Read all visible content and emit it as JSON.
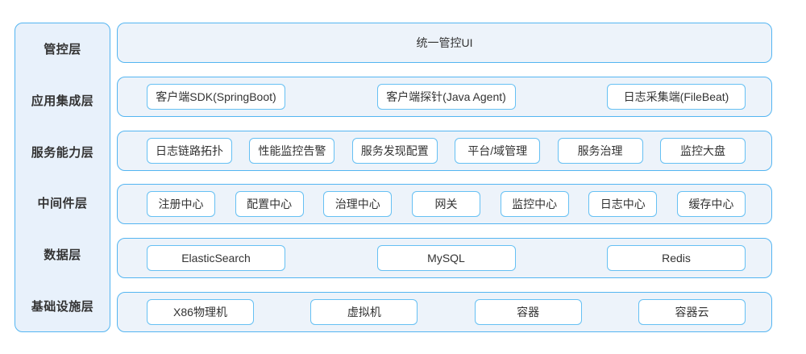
{
  "colors": {
    "outer_border": "#54b5f1",
    "inner_box_border": "#66c0f3",
    "row_fill": "#edf3fa",
    "sidebar_fill": "#e8f1fb",
    "box_fill": "#ffffff",
    "text": "#333333"
  },
  "layers": [
    {
      "name": "管控层",
      "items": [
        "统一管控UI"
      ]
    },
    {
      "name": "应用集成层",
      "items": [
        "客户端SDK(SpringBoot)",
        "客户端探针(Java Agent)",
        "日志采集端(FileBeat)"
      ]
    },
    {
      "name": "服务能力层",
      "items": [
        "日志链路拓扑",
        "性能监控告警",
        "服务发现配置",
        "平台/域管理",
        "服务治理",
        "监控大盘"
      ]
    },
    {
      "name": "中间件层",
      "items": [
        "注册中心",
        "配置中心",
        "治理中心",
        "网关",
        "监控中心",
        "日志中心",
        "缓存中心"
      ]
    },
    {
      "name": "数据层",
      "items": [
        "ElasticSearch",
        "MySQL",
        "Redis"
      ]
    },
    {
      "name": "基础设施层",
      "items": [
        "X86物理机",
        "虚拟机",
        "容器",
        "容器云"
      ]
    }
  ]
}
